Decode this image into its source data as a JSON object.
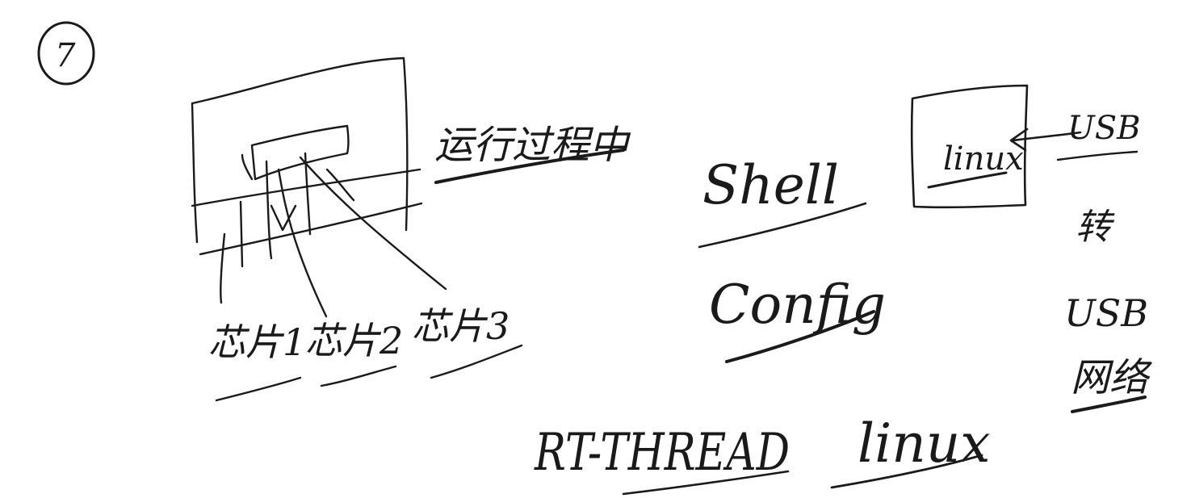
{
  "note": {
    "step_number": "7",
    "diagram": {
      "labels": [
        "芯片1",
        "芯片2",
        "芯片3"
      ],
      "caption": "运行过程中"
    },
    "terms": {
      "shell": "Shell",
      "config": "Config",
      "linux_box": "linux",
      "usb_top": "USB",
      "usb_mid": "USB",
      "side_char": "转",
      "usb_net": "网络",
      "rtos": "RT-THREAD",
      "linux_bottom": "linux"
    }
  }
}
